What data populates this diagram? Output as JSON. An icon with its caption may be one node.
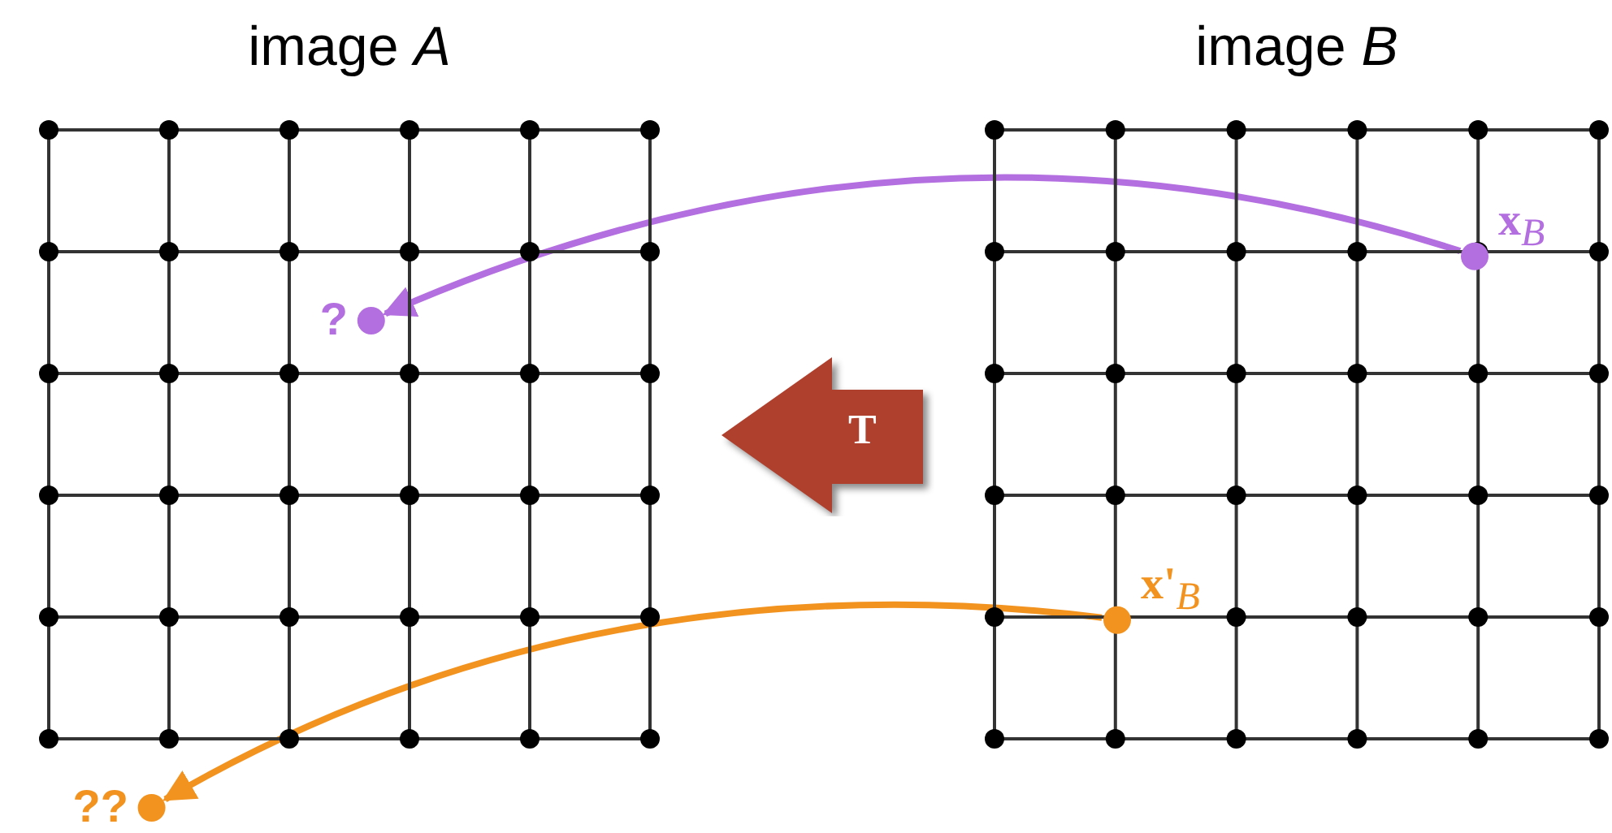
{
  "diagram": {
    "nodes": [
      {
        "text": [
          "image *A*"
        ]
      },
      {
        "text": [
          "image *B*"
        ]
      },
      {
        "text": [],
        "shape": "circle",
        "beside": [
          "**x**$_{B}$"
        ],
        "in": 1
      },
      {
        "text": [],
        "shape": "circle",
        "beside": [
          "?"
        ],
        "in": 0
      },
      {
        "text": [
          "T"
        ]
      },
      {
        "text": [],
        "shape": "circle",
        "beside": [
          "**x**'$_{B}$"
        ],
        "in": 1
      },
      {
        "text": [],
        "shape": "circle",
        "beside": [
          "??"
        ]
      }
    ],
    "edges": [
      {
        "from": 2,
        "to": 3,
        "arrow": "to",
        "color": "#b36ee0"
      },
      {
        "from": 5,
        "to": 6,
        "arrow": "to",
        "color": "#f29320"
      }
    ]
  }
}
